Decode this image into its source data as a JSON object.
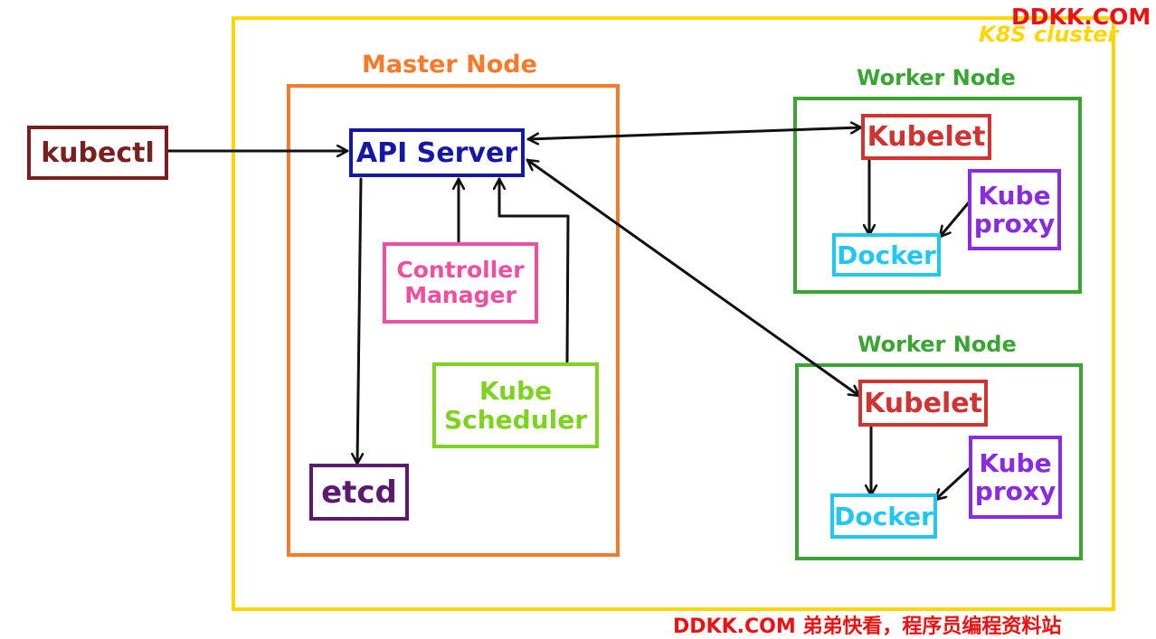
{
  "watermark": {
    "top": "DDKK.COM",
    "bottom": "DDKK.COM 弟弟快看，程序员编程资料站"
  },
  "cluster": {
    "label": "K8S cluster"
  },
  "client": {
    "label": "kubectl"
  },
  "master": {
    "title": "Master Node",
    "api_server": "API Server",
    "controller_manager": [
      "Controller",
      "Manager"
    ],
    "scheduler": [
      "Kube",
      "Scheduler"
    ],
    "etcd": "etcd"
  },
  "workers": [
    {
      "title": "Worker Node",
      "kubelet": "Kubelet",
      "kube_proxy": [
        "Kube",
        "proxy"
      ],
      "docker": "Docker"
    },
    {
      "title": "Worker Node",
      "kubelet": "Kubelet",
      "kube_proxy": [
        "Kube",
        "proxy"
      ],
      "docker": "Docker"
    }
  ],
  "colors": {
    "cluster": "#ffd600",
    "master": "#f77a2a",
    "worker": "#3aa533",
    "kubectl": "#7a1f1f",
    "api_server": "#1717a6",
    "controller_manager": "#ee4fa0",
    "scheduler": "#7ed320",
    "etcd": "#5b1a6e",
    "kubelet": "#d13232",
    "kube_proxy": "#8a2be2",
    "docker": "#22c6f2",
    "watermark": "#ee1111",
    "arrow": "#111111"
  }
}
